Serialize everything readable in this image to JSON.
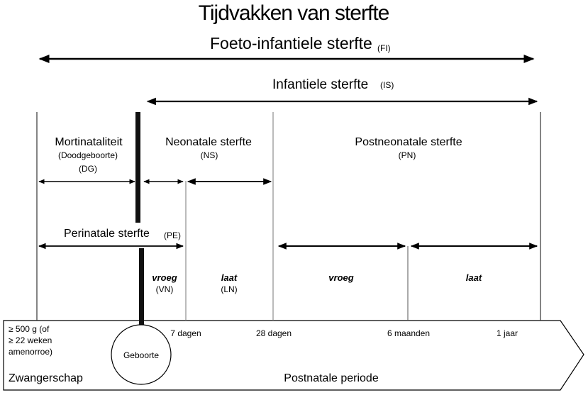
{
  "title": "Tijdvakken van sterfte",
  "fi": {
    "label": "Foeto-infantiele sterfte",
    "abbr": "(FI)"
  },
  "is": {
    "label": "Infantiele sterfte",
    "abbr": "(IS)"
  },
  "mortinataliteit": {
    "label": "Mortinataliteit",
    "sub": "(Doodgeboorte)",
    "abbr": "(DG)"
  },
  "neonatale": {
    "label": "Neonatale sterfte",
    "abbr": "(NS)"
  },
  "postneonatale": {
    "label": "Postneonatale sterfte",
    "abbr": "(PN)"
  },
  "perinatale": {
    "label": "Perinatale sterfte",
    "abbr": "(PE)"
  },
  "periods": {
    "vroeg_neonatal": {
      "label": "vroeg",
      "abbr": "(VN)"
    },
    "laat_neonatal": {
      "label": "laat",
      "abbr": "(LN)"
    },
    "vroeg_post": {
      "label": "vroeg"
    },
    "laat_post": {
      "label": "laat"
    }
  },
  "timeline": {
    "threshold_line1": "≥ 500 g (of",
    "threshold_line2": "≥ 22 weken",
    "threshold_line3": "amenorroe)",
    "ticks": [
      "7 dagen",
      "28 dagen",
      "6 maanden",
      "1 jaar"
    ],
    "birth": "Geboorte",
    "zwangerschap": "Zwangerschap",
    "postnatale": "Postnatale periode"
  },
  "colors": {
    "line": "#000000",
    "thin": "#555555",
    "timeline_fill": "#ffffff"
  }
}
